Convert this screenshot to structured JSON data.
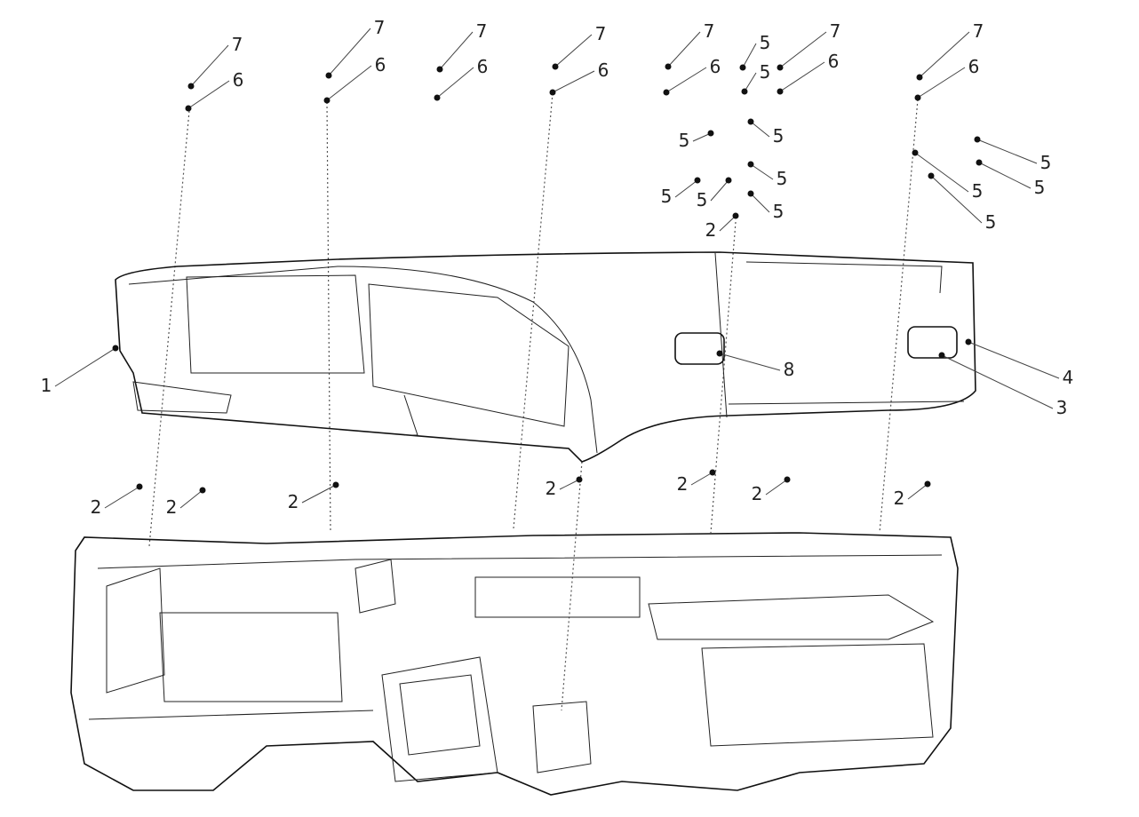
{
  "callouts": [
    "7",
    "7",
    "7",
    "7",
    "7",
    "7",
    "7",
    "6",
    "6",
    "6",
    "6",
    "6",
    "6",
    "6",
    "5",
    "5",
    "5",
    "5",
    "5",
    "5",
    "5",
    "5",
    "5",
    "5",
    "5",
    "5",
    "2",
    "2",
    "2",
    "2",
    "2",
    "2",
    "2",
    "2",
    "1",
    "8",
    "4",
    "3"
  ]
}
